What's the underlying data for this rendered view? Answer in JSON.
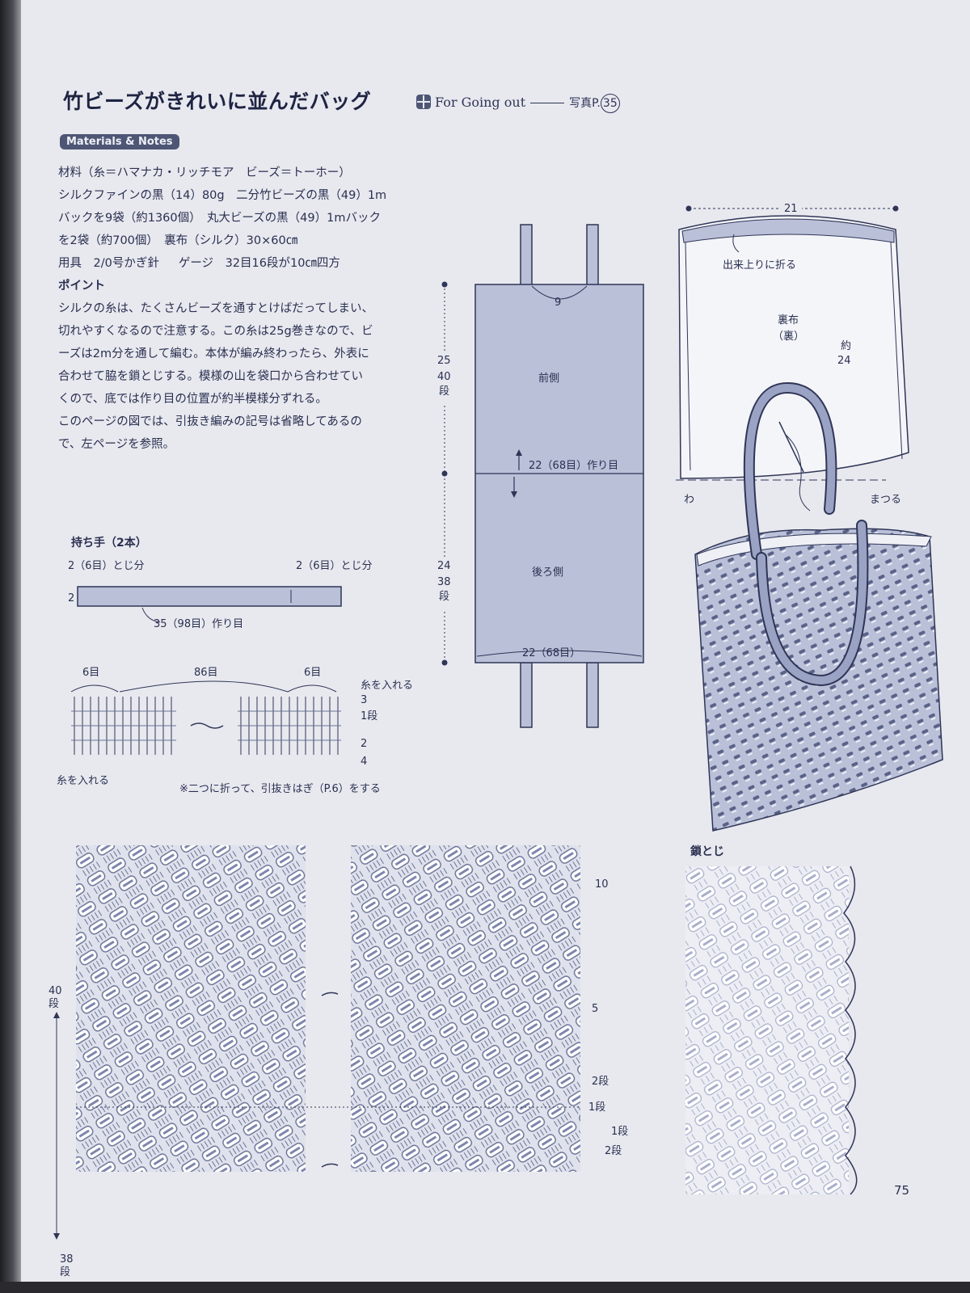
{
  "title": "竹ビーズがきれいに並んだバッグ",
  "subtitle": {
    "series": "For Going out",
    "photo_ref_prefix": "写真P.",
    "photo_ref_number": "35"
  },
  "section_badge": "Materials & Notes",
  "materials": [
    "材料（糸＝ハマナカ・リッチモア　ビーズ＝トーホー）",
    "シルクファインの黒（14）80g　二分竹ビーズの黒（49）1m",
    "バックを9袋（約1360個）　丸大ビーズの黒（49）1mバック",
    "を2袋（約700個）　裏布（シルク）30×60㎝"
  ],
  "tools": {
    "label": "用具",
    "hook": "2/0号かぎ針",
    "gauge_label": "ゲージ",
    "gauge": "32目16段が10㎝四方"
  },
  "point_heading": "ポイント",
  "point_text": [
    "シルクの糸は、たくさんビーズを通すとけばだってしまい、",
    "切れやすくなるので注意する。この糸は25g巻きなので、ビ",
    "ーズは2m分を通して編む。本体が編み終わったら、外表に",
    "合わせて脇を鎖とじする。模様の山を袋口から合わせてい",
    "くので、底では作り目の位置が約半模様分ずれる。",
    "このページの図では、引抜き編みの記号は省略してあるの",
    "で、左ページを参照。"
  ],
  "body_diagram": {
    "top_width": "9",
    "front_height": "25",
    "front_rows": [
      "40",
      "段"
    ],
    "front_label": "前側",
    "start_label": "22（68目）作り目",
    "back_height": "24",
    "back_rows": [
      "38",
      "段"
    ],
    "back_label": "後ろ側",
    "bottom_width": "22（68目）"
  },
  "lining": {
    "width": "21",
    "fold_note": "出来上りに折る",
    "label_line1": "裏布",
    "label_line2": "（裏）",
    "height_prefix": "約",
    "height": "24",
    "fold_mark": "わ",
    "whip_stitch": "まつる"
  },
  "handle": {
    "heading": "持ち手（2本）",
    "left_bind": "2（6目）とじ分",
    "right_bind": "2（6目）とじ分",
    "height": "2",
    "chain": "35（98目）作り目",
    "count_left": "6目",
    "count_middle": "86目",
    "count_right": "6目",
    "thread_in_right": "糸を入れる",
    "thread_in_left": "糸を入れる",
    "row_labels": [
      "3",
      "1段",
      "2",
      "4"
    ],
    "fold_note": "※二つに折って、引抜きはぎ（P.6）をする"
  },
  "chart": {
    "rows_top": [
      "40",
      "段"
    ],
    "rows_bottom": [
      "38",
      "段"
    ],
    "row_markers": [
      "10",
      "5",
      "2段",
      "1段",
      "1段",
      "2段"
    ]
  },
  "side_seam_label": "鎖とじ",
  "page_number": "75",
  "colors": {
    "ink": "#2f3556",
    "fill": "#b9c0d8",
    "paper": "#e8e9ef",
    "badge": "#4e5676"
  }
}
